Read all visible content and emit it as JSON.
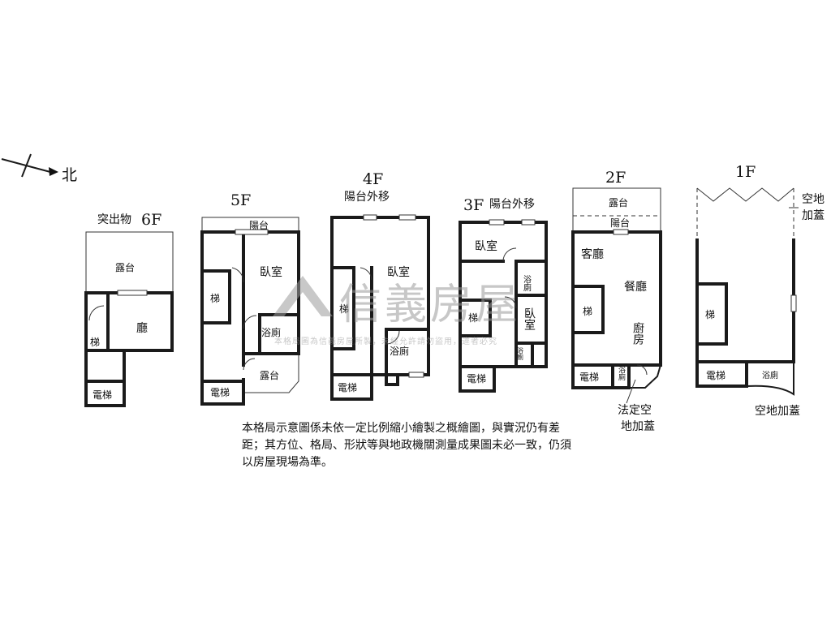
{
  "compass": {
    "north": "北"
  },
  "floors": {
    "f6": {
      "title": "6F",
      "prefix": "突出物",
      "terrace": "露台",
      "hall": "廳",
      "stair": "梯",
      "elevator": "電梯"
    },
    "f5": {
      "title": "5F",
      "balcony": "陽台",
      "bedroom": "臥室",
      "stair": "梯",
      "bath": "浴廁",
      "terrace": "露台",
      "elevator": "電梯"
    },
    "f4": {
      "title": "4F",
      "note": "陽台外移",
      "bedroom": "臥室",
      "stair": "梯",
      "bath": "浴廁",
      "elevator": "電梯"
    },
    "f3": {
      "title": "3F",
      "note": "陽台外移",
      "bedroom": "臥室",
      "bath": "浴廁",
      "bedroom2": "臥室",
      "stair": "梯",
      "bath_small": "浴廁",
      "elevator": "電梯"
    },
    "f2": {
      "title": "2F",
      "terrace": "露台",
      "balcony": "陽台",
      "living": "客廳",
      "dining": "餐廳",
      "kitchen": "廚房",
      "stair": "梯",
      "bath": "浴廁",
      "elevator": "電梯",
      "annex": "法定空地加蓋"
    },
    "f1": {
      "title": "1F",
      "annex_top": "空地加蓋",
      "stair": "梯",
      "elevator": "電梯",
      "bath": "浴廁",
      "annex_bottom": "空地加蓋"
    }
  },
  "watermark": {
    "brand": "信義房屋",
    "notice": "本格局圖為信義房屋所製，未經允許請勿盜用，違者必究"
  },
  "disclaimer": "本格局示意圖係未依一定比例縮小繪製之概繪圖，與實況仍有差距；其方位、格局、形狀等與地政機關測量成果圖未必一致，仍須以房屋現場為準。"
}
